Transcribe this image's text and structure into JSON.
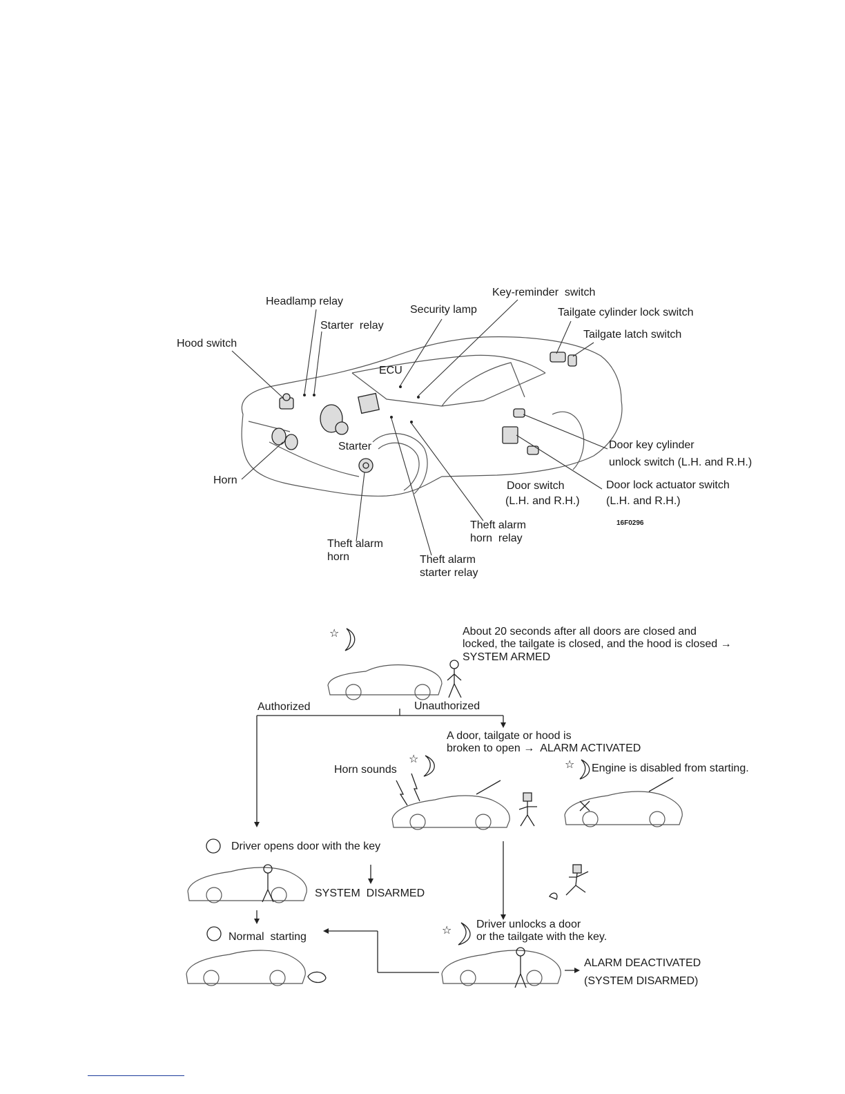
{
  "figure_id": "16F0296",
  "components": {
    "headlamp_relay": "Headlamp relay",
    "starter_relay": "Starter  relay",
    "security_lamp": "Security lamp",
    "key_reminder_switch": "Key-reminder  switch",
    "tailgate_cylinder_lock_switch": "Tailgate cylinder lock switch",
    "tailgate_latch_switch": "Tailgate latch switch",
    "hood_switch": "Hood switch",
    "ecu": "ECU",
    "starter": "Starter",
    "horn": "Horn",
    "door_key_cylinder": "Door key cylinder",
    "door_key_cylinder_2": "unlock switch (L.H. and R.H.)",
    "door_switch": "Door switch",
    "door_switch_2": "(L.H. and R.H.)",
    "door_lock_actuator_switch": "Door lock actuator switch",
    "door_lock_actuator_switch_2": "(L.H. and R.H.)",
    "theft_alarm_horn_relay": "Theft alarm",
    "theft_alarm_horn_relay_2": "horn  relay",
    "theft_alarm_horn": "Theft alarm",
    "theft_alarm_horn_2": "horn",
    "theft_alarm_starter_relay": "Theft alarm",
    "theft_alarm_starter_relay_2": "starter relay"
  },
  "flow": {
    "armed_1": "About 20 seconds after all doors are closed and",
    "armed_2": "locked, the tailgate is closed, and the hood is closed →",
    "armed_3": "SYSTEM ARMED",
    "authorized": "Authorized",
    "unauthorized": "Unauthorized",
    "broken_1": "A door, tailgate or hood is",
    "broken_2": "broken to open →  ALARM ACTIVATED",
    "horn_sounds": "Horn sounds",
    "engine_disabled": "Engine is disabled from starting.",
    "driver_opens": "Driver opens door with the key",
    "system_disarmed": "SYSTEM  DISARMED",
    "normal_starting": "Normal  starting",
    "driver_unlocks_1": "Driver unlocks a door",
    "driver_unlocks_2": "or the tailgate with the key.",
    "alarm_deactivated_1": "ALARM DEACTIVATED",
    "alarm_deactivated_2": "(SYSTEM DISARMED)"
  }
}
